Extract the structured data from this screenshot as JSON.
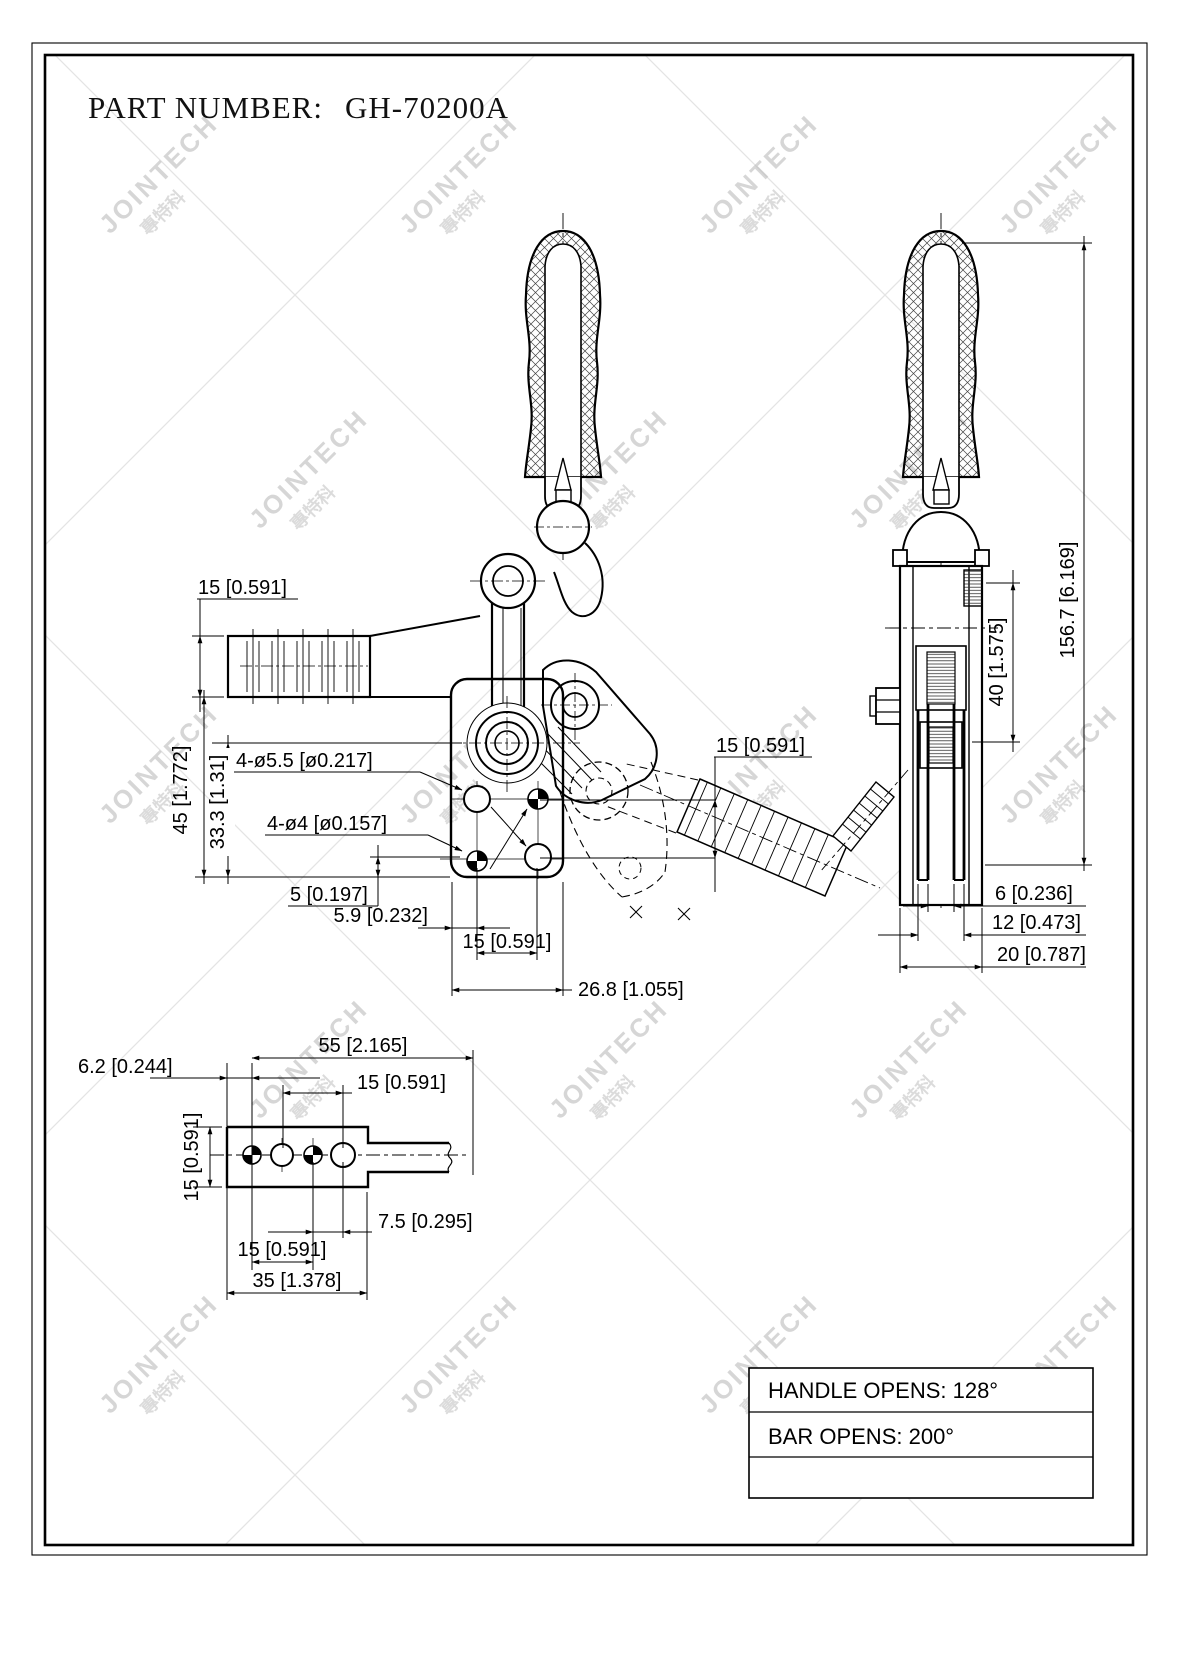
{
  "title": {
    "label": "PART NUMBER:",
    "number": "GH-70200A"
  },
  "watermark": {
    "brand": "JOINTECH",
    "cjk": "專特科"
  },
  "colors": {
    "ink": "#000000",
    "watermark": "#bcbcbc",
    "grid": "#e4e4e4"
  },
  "dims": {
    "front": {
      "bar_thickness": "15 [0.591]",
      "height_overall": "45 [1.772]",
      "height_pivot": "33.3 [1.31]",
      "holes_large": "4-ø5.5 [ø0.217]",
      "holes_small": "4-ø4 [ø0.157]",
      "offset_edge": "5 [0.197]",
      "offset_hole": "5.9 [0.232]",
      "hole_pitch": "15 [0.591]",
      "plate_width": "26.8 [1.055]",
      "open_bar_thickness": "15 [0.591]"
    },
    "side": {
      "height_total": "156.7 [6.169]",
      "height_body": "40 [1.575]",
      "slot_gap": "6 [0.236]",
      "bar_width": "12 [0.473]",
      "body_width": "20 [0.787]"
    },
    "bottom": {
      "length_55": "55 [2.165]",
      "offset_62": "6.2 [0.244]",
      "pitch_15a": "15 [0.591]",
      "height_15": "15 [0.591]",
      "offset_75": "7.5 [0.295]",
      "pitch_15b": "15 [0.591]",
      "length_35": "35 [1.378]"
    }
  },
  "table": {
    "rows": [
      "HANDLE OPENS: 128°",
      "BAR OPENS: 200°",
      ""
    ]
  }
}
